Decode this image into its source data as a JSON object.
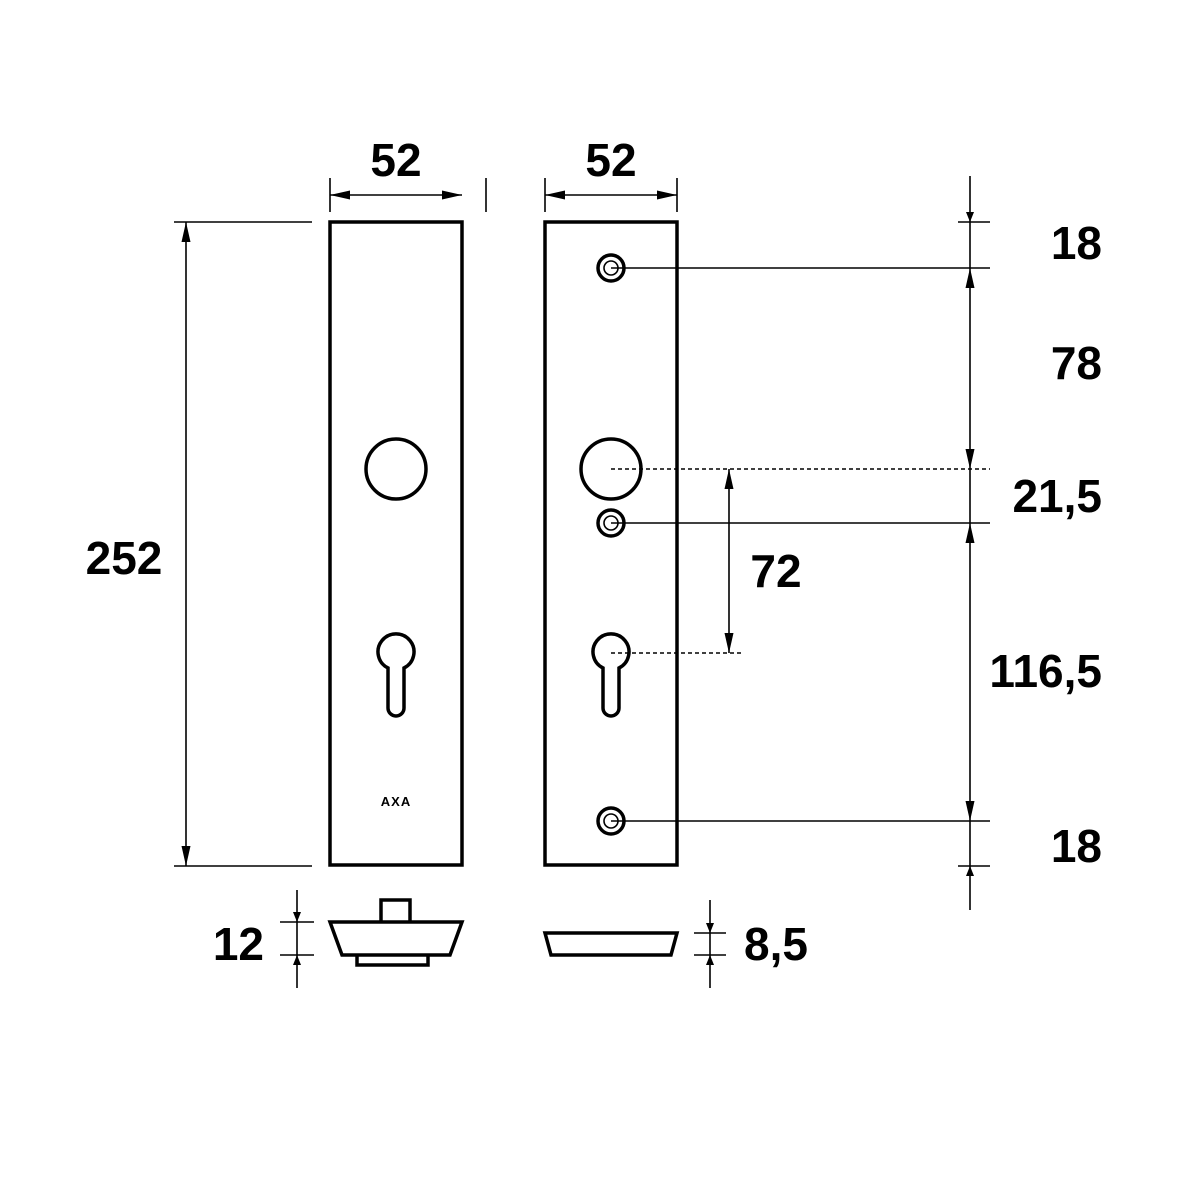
{
  "labels": {
    "width_left": "52",
    "width_right": "52",
    "height_total": "252",
    "top_margin": "18",
    "hole_to_handle": "78",
    "handle_to_screw": "21,5",
    "handle_to_cylinder": "72",
    "screw_to_bottom_screw": "116,5",
    "bottom_margin": "18",
    "thickness_left": "12",
    "thickness_right": "8,5"
  },
  "brand": "AXA",
  "colors": {
    "line": "#000000",
    "background": "#ffffff"
  }
}
